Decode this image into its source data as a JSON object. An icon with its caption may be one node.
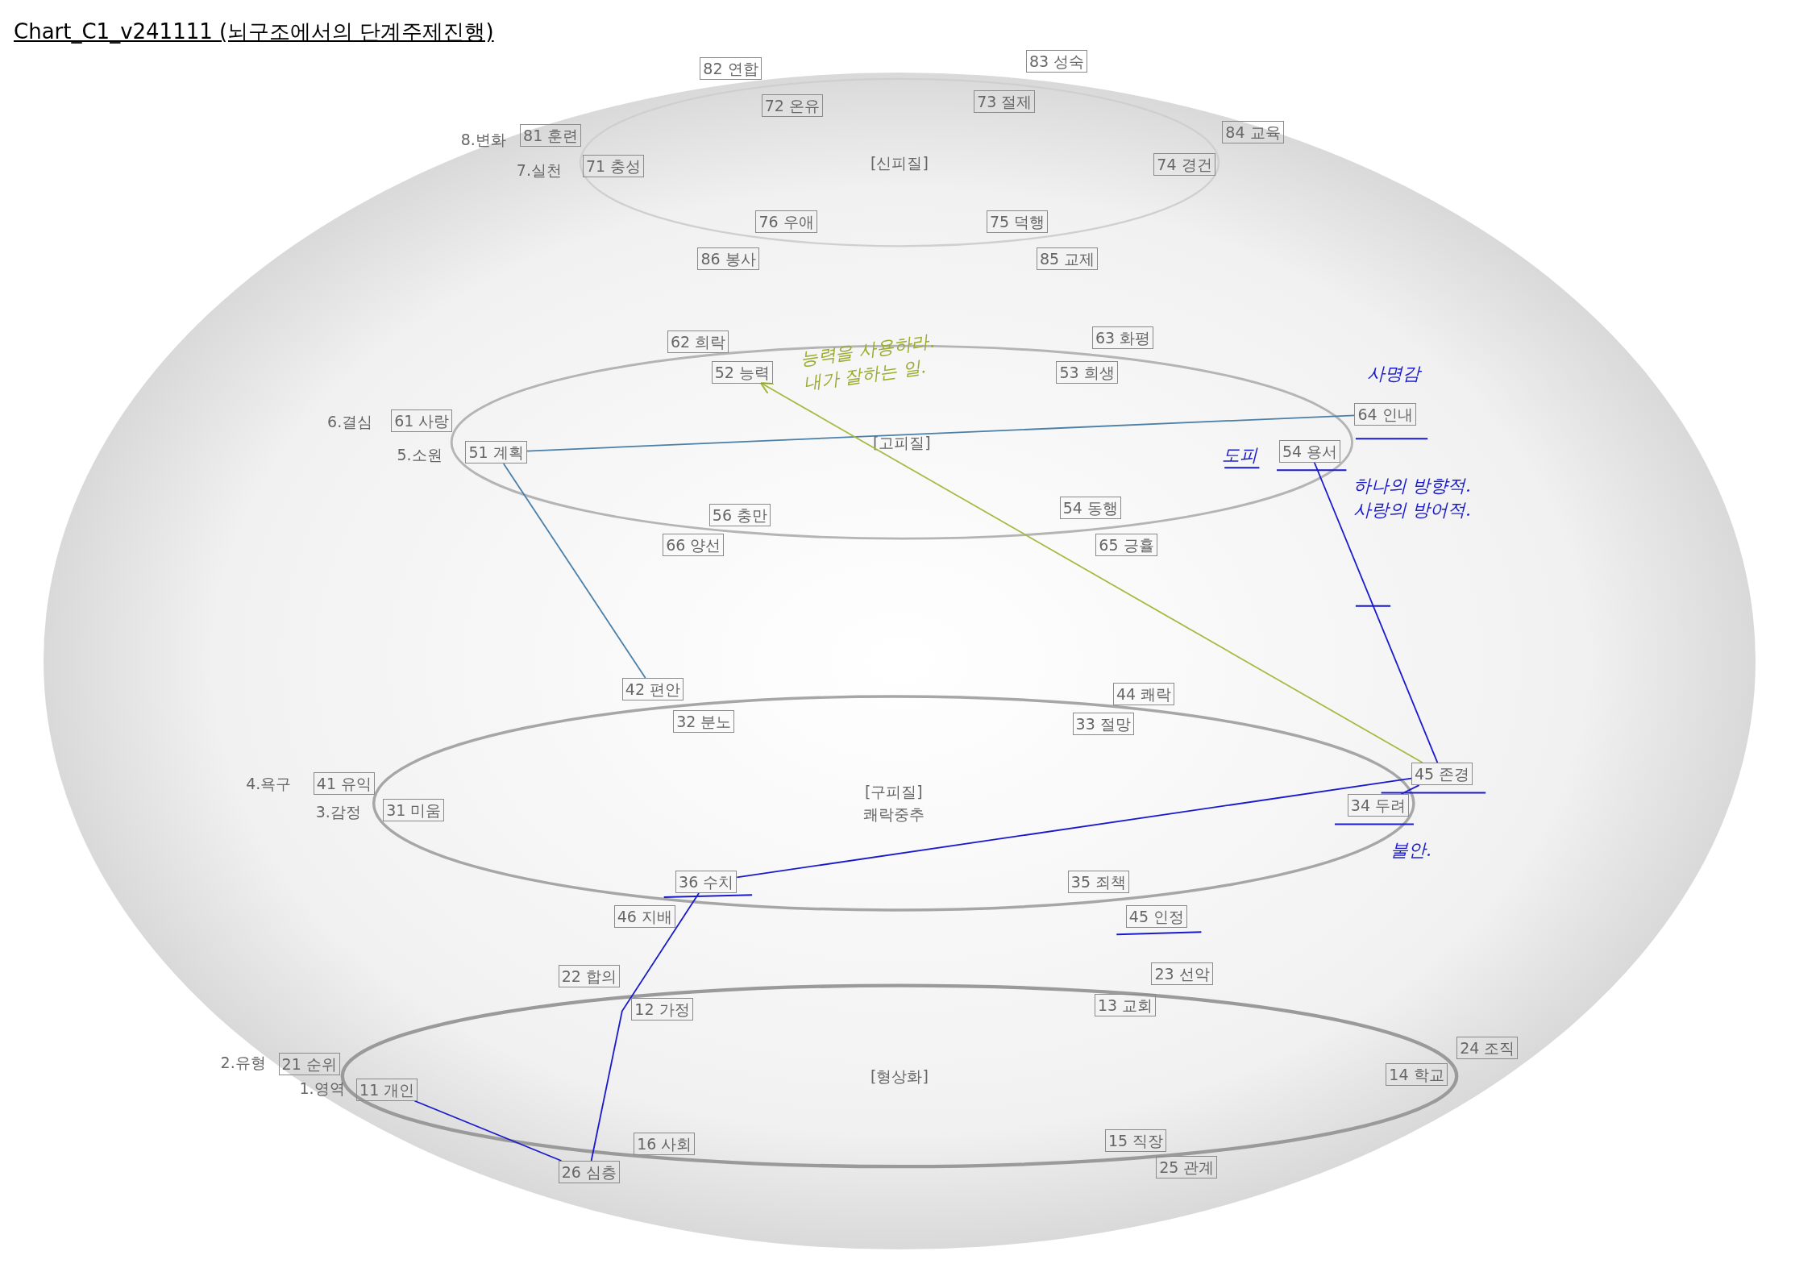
{
  "diagram": {
    "title": "Chart_C1_v241111 (뇌구조에서의 단계주제진행)",
    "nodes": [
      {
        "text": [
          "82 연합"
        ]
      },
      {
        "text": [
          "83 성숙"
        ]
      },
      {
        "text": [
          "72 온유"
        ]
      },
      {
        "text": [
          "73 절제"
        ]
      },
      {
        "text": [
          "81 훈련"
        ]
      },
      {
        "text": [
          "84 교육"
        ]
      },
      {
        "text": [
          "71 충성"
        ]
      },
      {
        "text": [
          "[신피질]"
        ]
      },
      {
        "text": [
          "74 경건"
        ]
      },
      {
        "text": [
          "76 우애"
        ]
      },
      {
        "text": [
          "75 덕행"
        ]
      },
      {
        "text": [
          "86 봉사"
        ]
      },
      {
        "text": [
          "85 교제"
        ]
      },
      {
        "text": [
          "62 희락"
        ]
      },
      {
        "text": [
          "63 화평"
        ]
      },
      {
        "text": [
          "52 능력"
        ]
      },
      {
        "text": [
          "53 희생"
        ]
      },
      {
        "text": [
          "61 사랑"
        ]
      },
      {
        "text": [
          "64 인내"
        ]
      },
      {
        "text": [
          "51 계획"
        ]
      },
      {
        "text": [
          "[고피질]"
        ]
      },
      {
        "text": [
          "54 용서"
        ]
      },
      {
        "text": [
          "56 충만"
        ]
      },
      {
        "text": [
          "54 동행"
        ]
      },
      {
        "text": [
          "66 양선"
        ]
      },
      {
        "text": [
          "65 긍휼"
        ]
      },
      {
        "text": [
          "42 편안"
        ]
      },
      {
        "text": [
          "44 쾌락"
        ]
      },
      {
        "text": [
          "32 분노"
        ]
      },
      {
        "text": [
          "33 절망"
        ]
      },
      {
        "text": [
          "41 유익"
        ]
      },
      {
        "text": [
          "45 존경"
        ]
      },
      {
        "text": [
          "31 미움"
        ]
      },
      {
        "text": [
          "[구피질]",
          "쾌락중추"
        ]
      },
      {
        "text": [
          "34 두려"
        ]
      },
      {
        "text": [
          "36 수치"
        ]
      },
      {
        "text": [
          "35 죄책"
        ]
      },
      {
        "text": [
          "46 지배"
        ]
      },
      {
        "text": [
          "45 인정"
        ]
      },
      {
        "text": [
          "22 합의"
        ]
      },
      {
        "text": [
          "23 선악"
        ]
      },
      {
        "text": [
          "12 가정"
        ]
      },
      {
        "text": [
          "13 교회"
        ]
      },
      {
        "text": [
          "24 조직"
        ]
      },
      {
        "text": [
          "21 순위"
        ]
      },
      {
        "text": [
          "[형상화]"
        ]
      },
      {
        "text": [
          "14 학교"
        ]
      },
      {
        "text": [
          "11 개인"
        ]
      },
      {
        "text": [
          "16 사회"
        ]
      },
      {
        "text": [
          "15 직장"
        ]
      },
      {
        "text": [
          "26 심층"
        ]
      },
      {
        "text": [
          "25 관계"
        ]
      }
    ],
    "edges": [
      {
        "from": 19,
        "to": 18,
        "arrow": "none",
        "color": "#4a7fa8"
      },
      {
        "from": 19,
        "to": 26,
        "arrow": "none",
        "color": "#4a7fa8"
      },
      {
        "from": 31,
        "to": 15,
        "arrow": "to",
        "color": "#a8b840"
      },
      {
        "from": 21,
        "to": 31,
        "arrow": "none"
      },
      {
        "from": 35,
        "to": 31,
        "arrow": "none"
      },
      {
        "from": 34,
        "to": 31,
        "arrow": "none"
      },
      {
        "from": 35,
        "to": 50,
        "arrow": "none"
      },
      {
        "from": 47,
        "to": 50,
        "arrow": "none"
      }
    ],
    "labels": [
      "8.변화",
      "7.실천",
      "6.결심",
      "5.소원",
      "4.욕구",
      "3.감정",
      "2.유형",
      "1.영역",
      "능력을 사용하라. 내가 잘하는 일.",
      "사명감",
      "도피",
      "하나의 방향적. 사랑의 방어적.",
      "불안."
    ]
  }
}
